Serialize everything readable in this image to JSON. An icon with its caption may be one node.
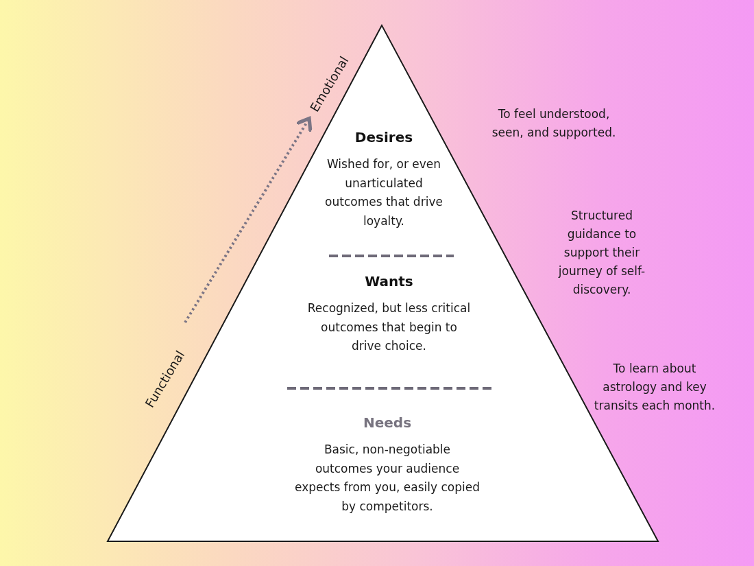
{
  "diagram": {
    "nodes": [
      {
        "text": [
          "Desires",
          "Wished for, or even unarticulated outcomes that drive loyalty."
        ]
      },
      {
        "text": [
          "Wants",
          "Recognized, but less critical outcomes that begin to drive choice."
        ]
      },
      {
        "text": [
          "Needs",
          "Basic, non-negotiable outcomes your audience expects from you, easily copied by competitors."
        ]
      }
    ],
    "edges": [],
    "labels": [
      "Emotional",
      "To feel understood, seen, and supported.",
      "Structured guidance to support their journey of self-discovery.",
      "Functional",
      "To learn about astrology and key transits each month."
    ]
  }
}
